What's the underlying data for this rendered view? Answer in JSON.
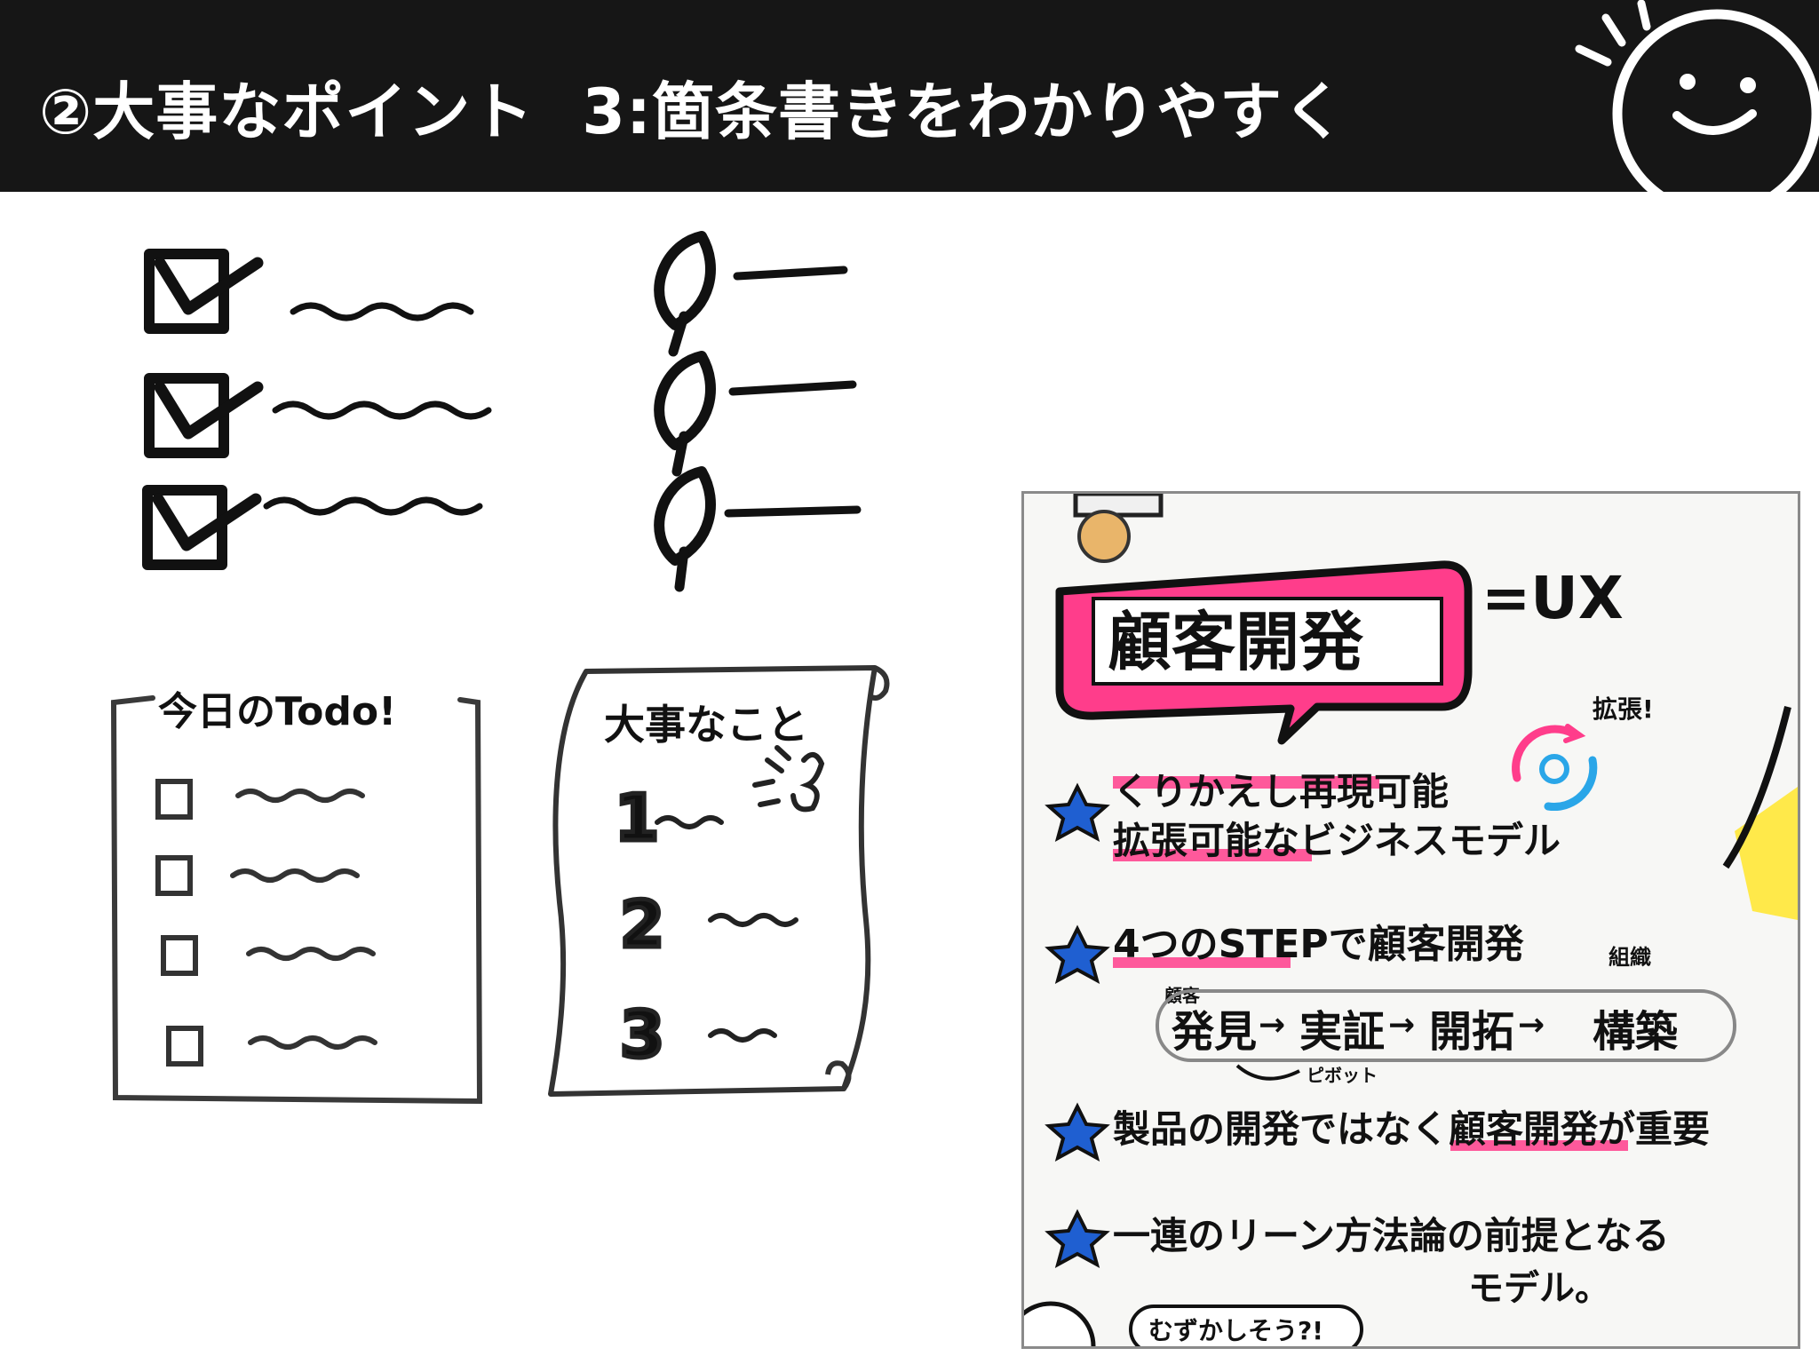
{
  "title": {
    "part1": "②大事なポイント",
    "part2": "3:箇条書きをわかりやすく"
  },
  "todo_card": {
    "header": "今日のTodo!"
  },
  "scroll_card": {
    "header": "大事なこと",
    "numbers": [
      "1",
      "2",
      "3"
    ]
  },
  "photo": {
    "speech_bubble": "顧客開発",
    "equals_label": "=UX",
    "expand_note": "拡張!",
    "bullets": [
      {
        "line1": "くりかえし再現可能",
        "line2": "拡張可能なビジネスモデル"
      },
      {
        "line1": "4つのSTEPで顧客開発"
      },
      {
        "line1": "製品の開発ではなく顧客開発が重要"
      },
      {
        "line1": "一連のリーン方法論の前提となる",
        "line2": "モデル。"
      }
    ],
    "flow_small_label": "顧客",
    "flow_steps": [
      "発見",
      "実証",
      "開拓",
      "構築"
    ],
    "flow_org_label": "組織",
    "pivot_label": "ピボット",
    "bottom_speech": "むずかしそう?!"
  },
  "colors": {
    "title_bar": "#161616",
    "ink": "#111111",
    "pink": "#ff3d8b",
    "blue_star": "#1f5fd1",
    "cyan": "#2aa6e8",
    "yellow": "#ffe94a"
  }
}
